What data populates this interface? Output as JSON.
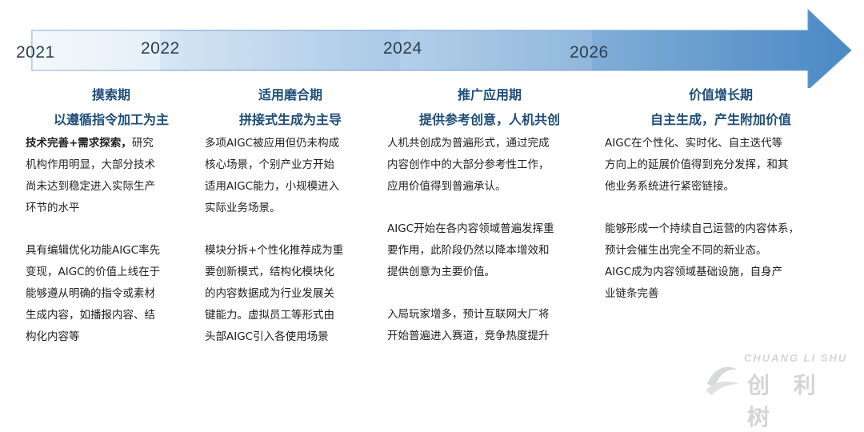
{
  "timeline": {
    "years": [
      "2021",
      "2022",
      "2024",
      "2026"
    ]
  },
  "stages": [
    {
      "name": "摸索期",
      "subtitle": "以遵循指令加工为主",
      "lead_bold": "技术完善+需求探索，",
      "paragraphs": [
        "研究\n机构作用明显，大部分技术\n尚未达到稳定进入实际生产\n环节的水平",
        "具有编辑优化功能AIGC率先\n变现，AIGC的价值上线在于\n能够遵从明确的指令或素材\n生成内容，如播报内容、结\n构化内容等"
      ]
    },
    {
      "name": "适用磨合期",
      "subtitle": "拼接式生成为主导",
      "paragraphs": [
        "多项AIGC被应用但仍未构成\n核心场景，个别产业方开始\n适用AIGC能力，小规模进入\n实际业务场景。",
        "模块分拆+个性化推荐成为重\n要创新模式，结构化模块化\n的内容数据成为行业发展关\n键能力。虚拟员工等形式由\n头部AIGC引入各使用场景"
      ]
    },
    {
      "name": "推广应用期",
      "subtitle": "提供参考创意，人机共创",
      "paragraphs": [
        "人机共创成为普遍形式，通过完成\n内容创作中的大部分参考性工作，\n应用价值得到普遍承认。",
        "AIGC开始在各内容领域普遍发挥重\n要作用，此阶段仍然以降本增效和\n提供创意为主要价值。",
        "入局玩家增多，预计互联网大厂将\n开始普遍进入赛道，竞争热度提升"
      ]
    },
    {
      "name": "价值增长期",
      "subtitle": "自主生成，产生附加价值",
      "paragraphs": [
        "AIGC在个性化、实时化、自主迭代等\n方向上的延展价值得到充分发挥，和其\n他业务系统进行紧密链接。",
        "能够形成一个持续自己运营的内容体系，\n预计会催生出完全不同的新业态。",
        "AIGC成为内容领域基础设施，自身产\n业链条完善"
      ]
    }
  ],
  "watermark": {
    "latin": "CHUANG LI SHU",
    "chinese": "创 利 树"
  },
  "colors": {
    "arrow_light": "#e8f1fa",
    "arrow_dark": "#4a89c4",
    "heading": "#1f4e79"
  }
}
